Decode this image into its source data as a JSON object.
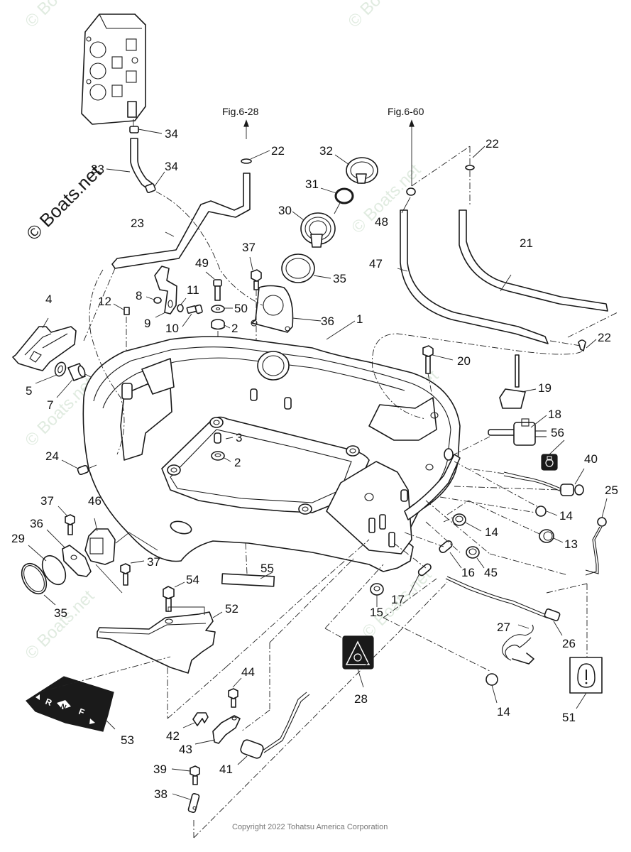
{
  "diagram": {
    "title": "Lower Cowling Exploded Parts Diagram",
    "figure_refs": [
      {
        "id": "fig-6-28",
        "label": "Fig.6-28"
      },
      {
        "id": "fig-6-60",
        "label": "Fig.6-60"
      }
    ],
    "callouts": {
      "c1": "1",
      "c2a": "2",
      "c2b": "2",
      "c3": "3",
      "c4": "4",
      "c5": "5",
      "c7": "7",
      "c8": "8",
      "c9": "9",
      "c10": "10",
      "c11": "11",
      "c12": "12",
      "c13": "13",
      "c14a": "14",
      "c14b": "14",
      "c14c": "14",
      "c15": "15",
      "c16": "16",
      "c17": "17",
      "c18": "18",
      "c19": "19",
      "c20": "20",
      "c21": "21",
      "c22a": "22",
      "c22b": "22",
      "c22c": "22",
      "c23": "23",
      "c24": "24",
      "c25": "25",
      "c26": "26",
      "c27": "27",
      "c28": "28",
      "c29": "29",
      "c30": "30",
      "c31": "31",
      "c32": "32",
      "c33": "33",
      "c34a": "34",
      "c34b": "34",
      "c35a": "35",
      "c35b": "35",
      "c36a": "36",
      "c36b": "36",
      "c37a": "37",
      "c37b": "37",
      "c37c": "37",
      "c38": "38",
      "c39": "39",
      "c40": "40",
      "c41": "41",
      "c42": "42",
      "c43": "43",
      "c44": "44",
      "c45": "45",
      "c46": "46",
      "c47": "47",
      "c48": "48",
      "c49": "49",
      "c50": "50",
      "c51": "51",
      "c52": "52",
      "c53": "53",
      "c54": "54",
      "c55": "55",
      "c56": "56"
    },
    "shift_decal": {
      "reverse": "R",
      "neutral": "N",
      "forward": "F"
    },
    "watermark": "© Boats.net",
    "copyright": "Copyright 2022 Tohatsu America Corporation"
  }
}
